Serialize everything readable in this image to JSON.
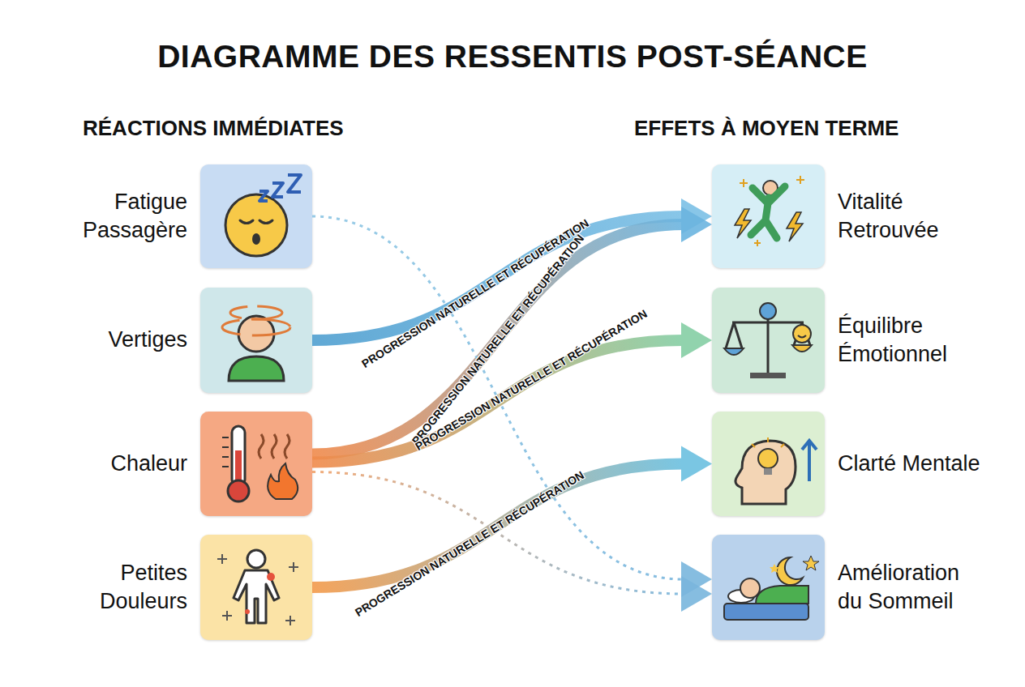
{
  "diagram": {
    "title": "DIAGRAMME DES RESSENTIS POST-SÉANCE",
    "nodes": [
      {
        "text": [
          "Fatigue Passagère"
        ]
      },
      {
        "text": [
          "Vertiges"
        ]
      },
      {
        "text": [
          "Chaleur"
        ]
      },
      {
        "text": [
          "Petites Douleurs"
        ]
      },
      {
        "text": [
          "Vitalité Retrouvée"
        ]
      },
      {
        "text": [
          "Équilibre Émotionnel"
        ]
      },
      {
        "text": [
          "Clarté Mentale"
        ]
      },
      {
        "text": [
          "Amélioration du Sommeil"
        ]
      }
    ],
    "edges": [
      {
        "from": 1,
        "to": 4,
        "arrow": "to",
        "label": "PROGRESSION NATURELLE ET RÉCUPÉRATION"
      },
      {
        "from": 2,
        "to": 4,
        "arrow": "to",
        "label": "PROGRESSION NATURELLE ET RÉCUPÉRATION"
      },
      {
        "from": 2,
        "to": 5,
        "arrow": "to",
        "label": "PROGRESSION NATURELLE ET RÉCUPÉRATION"
      },
      {
        "from": 3,
        "to": 6,
        "arrow": "to",
        "label": "PROGRESSION NATURELLE ET RÉCUPÉRATION"
      },
      {
        "from": 0,
        "to": 7,
        "arrow": "to"
      },
      {
        "from": 2,
        "to": 7,
        "arrow": "to"
      }
    ],
    "labels": [
      "RÉACTIONS IMMÉDIATES",
      "EFFETS À MOYEN TERME"
    ]
  }
}
